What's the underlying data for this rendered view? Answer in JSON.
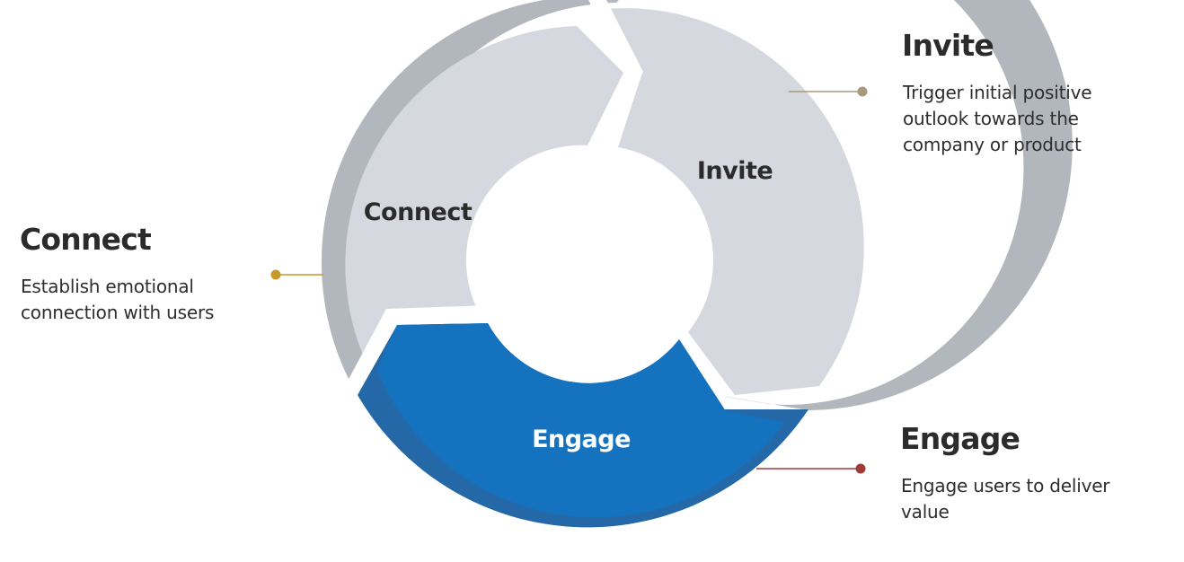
{
  "diagram": {
    "segments": [
      {
        "id": "connect",
        "label": "Connect"
      },
      {
        "id": "invite",
        "label": "Invite"
      },
      {
        "id": "engage",
        "label": "Engage"
      }
    ]
  },
  "callouts": {
    "invite": {
      "title": "Invite",
      "description": "Trigger initial positive outlook towards the company or product",
      "connector_color": "#a89a7c"
    },
    "connect": {
      "title": "Connect",
      "description": "Establish emotional connection with users",
      "connector_color": "#c9982a"
    },
    "engage": {
      "title": "Engage",
      "description": "Engage users to deliver value",
      "connector_color": "#a03a38"
    }
  },
  "colors": {
    "segment_fill": "#d5d8de",
    "ring_gray": "#b2b6bd",
    "engage_fill": "#1572be",
    "engage_ring": "#2468a8",
    "segment_text": "#2b2b2b",
    "engage_text": "#ffffff"
  }
}
